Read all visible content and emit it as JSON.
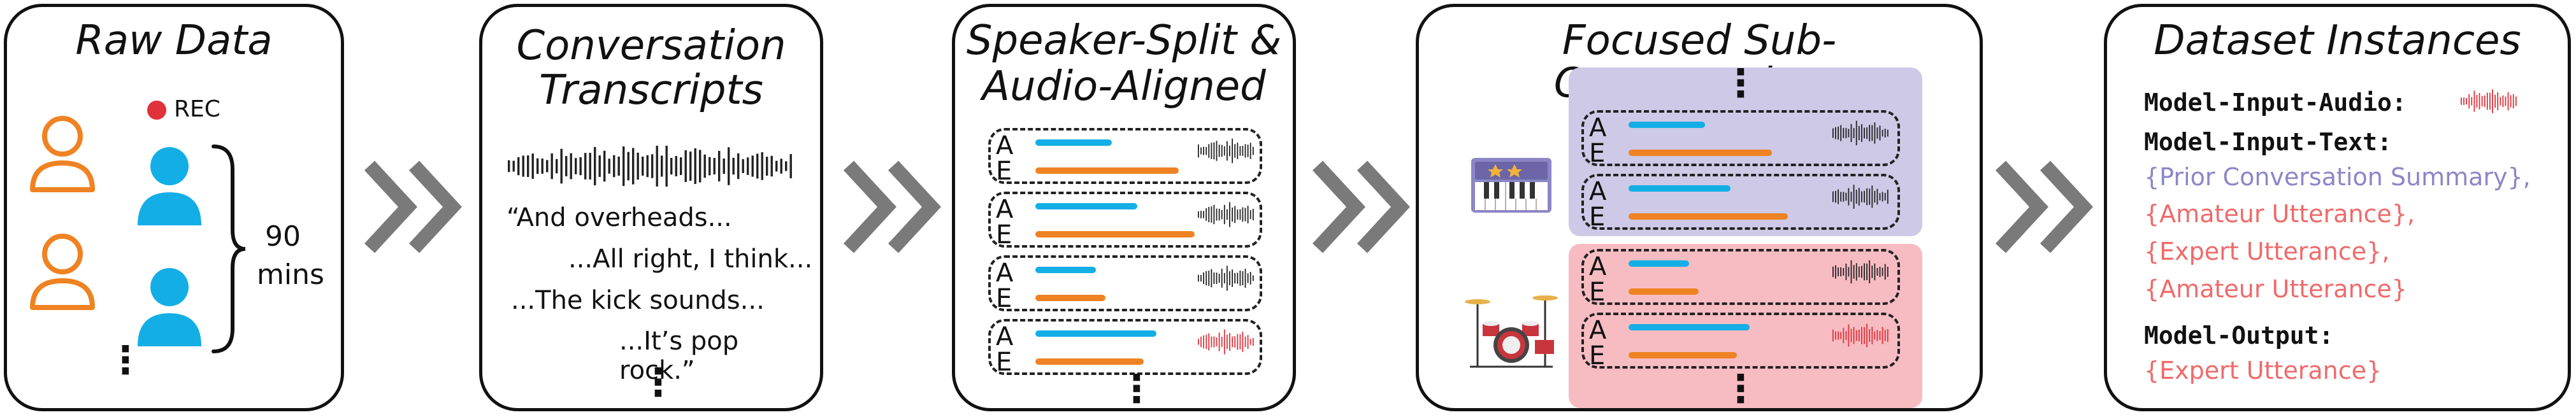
{
  "colors": {
    "orange": "#ef8222",
    "blue": "#14aee6",
    "red": "#e0323b",
    "purple_text": "#8c86c8",
    "pink_text": "#ef6a6a",
    "purple_bg": "#cdc9e6",
    "pink_bg": "#f7bcc2",
    "arrow": "#7a7a7a"
  },
  "panels": {
    "raw_data": {
      "title": "Raw Data",
      "rec_label": "REC",
      "duration_number": "90",
      "duration_unit": "mins",
      "more": "⋮"
    },
    "transcripts": {
      "title_line1": "Conversation",
      "title_line2": "Transcripts",
      "lines": [
        "“And overheads...",
        "...All right, I think...",
        "...The kick sounds...",
        "...It’s pop rock.”"
      ],
      "more": "⋮"
    },
    "speaker_split": {
      "title_line1": "Speaker-Split &",
      "title_line2": "Audio-Aligned",
      "label_a": "A",
      "label_e": "E",
      "more": "⋮"
    },
    "focused": {
      "title": "Focused Sub-Conversations",
      "label_a": "A",
      "label_e": "E",
      "more": "⋮"
    },
    "dataset": {
      "title": "Dataset Instances",
      "input_audio_label": "Model-Input-Audio:",
      "input_text_label": "Model-Input-Text:",
      "input_text_items": [
        "{Prior Conversation Summary},",
        "{Amateur Utterance},",
        "{Expert Utterance},",
        "{Amateur Utterance}"
      ],
      "output_label": "Model-Output:",
      "output_value": "{Expert Utterance}"
    }
  },
  "icons": [
    "person-icon",
    "record-dot-icon",
    "waveform-icon",
    "keyboard-icon",
    "drum-kit-icon",
    "chevron-arrow-icon"
  ]
}
